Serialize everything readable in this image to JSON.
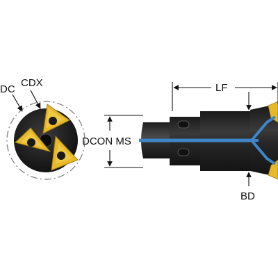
{
  "labels": {
    "dc": "DC",
    "cdx": "CDX",
    "dcon_ms": "DCON MS",
    "lf": "LF",
    "bd": "BD"
  },
  "colors": {
    "body_dark": "#1c1c1c",
    "body_mid": "#2e2e2e",
    "body_highlight": "#5a5a5a",
    "insert_gold": "#e7b928",
    "insert_gold_light": "#f4d45a",
    "coolant_blue": "#3f86c8",
    "dim_line": "#111111",
    "dashed_circle": "#8a8a8a"
  }
}
